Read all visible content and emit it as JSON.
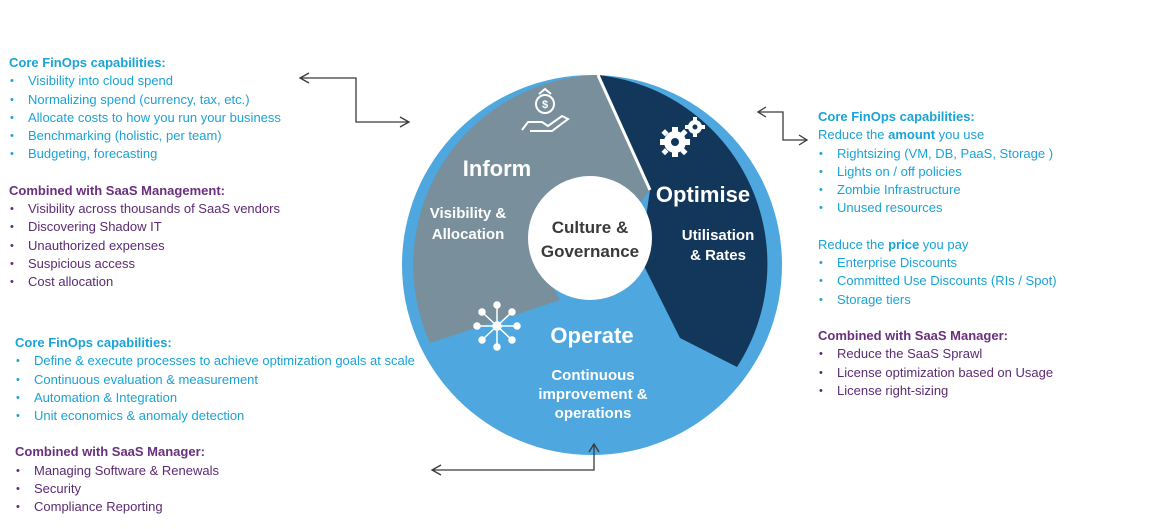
{
  "colors": {
    "inform": "#7a8f9c",
    "optimise": "#13375a",
    "operate": "#4ea7de",
    "blue_text": "#1aa3d6",
    "purple_text": "#6a2f7e"
  },
  "wheel": {
    "center": {
      "line1": "Culture &",
      "line2": "Governance"
    },
    "inform": {
      "title": "Inform",
      "sub1": "Visibility &",
      "sub2": "Allocation",
      "icon": "money-bag-hand-icon"
    },
    "optimise": {
      "title": "Optimise",
      "sub1": "Utilisation",
      "sub2": "& Rates",
      "icon": "gears-icon"
    },
    "operate": {
      "title": "Operate",
      "sub1": "Continuous",
      "sub2": "improvement &",
      "sub3": "operations",
      "icon": "network-people-icon"
    }
  },
  "inform_panel": {
    "core_heading": "Core FinOps capabilities:",
    "core_items": [
      "Visibility into cloud spend",
      "Normalizing spend (currency, tax, etc.)",
      "Allocate costs to how you run your business",
      "Benchmarking (holistic, per team)",
      "Budgeting, forecasting"
    ],
    "saas_heading": "Combined with SaaS Management:",
    "saas_items": [
      "Visibility across thousands of SaaS vendors",
      "Discovering Shadow IT",
      "Unauthorized expenses",
      "Suspicious access",
      "Cost allocation"
    ]
  },
  "operate_panel": {
    "core_heading": "Core FinOps capabilities:",
    "core_items": [
      "Define & execute processes to achieve optimization goals at scale",
      "Continuous evaluation & measurement",
      "Automation & Integration",
      "Unit economics & anomaly detection"
    ],
    "saas_heading": "Combined with SaaS Manager:",
    "saas_items": [
      "Managing Software & Renewals",
      "Security",
      "Compliance Reporting"
    ]
  },
  "optimise_panel": {
    "core_heading": "Core FinOps capabilities:",
    "amount_prefix": "Reduce the ",
    "amount_bold": "amount",
    "amount_suffix": " you use",
    "amount_items": [
      "Rightsizing (VM, DB, PaaS, Storage )",
      "Lights on / off policies",
      "Zombie Infrastructure",
      "Unused resources"
    ],
    "price_prefix": "Reduce the ",
    "price_bold": "price",
    "price_suffix": " you pay",
    "price_items": [
      "Enterprise Discounts",
      "Committed Use Discounts (RIs / Spot)",
      "Storage tiers"
    ],
    "saas_heading": "Combined with SaaS Manager:",
    "saas_items": [
      "Reduce the SaaS Sprawl",
      "License optimization based on Usage",
      "License right-sizing"
    ]
  }
}
